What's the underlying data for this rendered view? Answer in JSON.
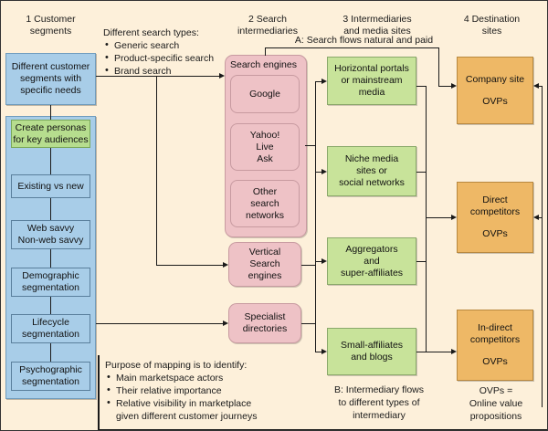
{
  "columns": [
    {
      "num": "1",
      "label": "Customer\nsegments"
    },
    {
      "num": "2",
      "label": "Search\nintermediaries"
    },
    {
      "num": "3",
      "label": "Intermediaries\nand media sites"
    },
    {
      "num": "4",
      "label": "Destination\nsites"
    }
  ],
  "column_titles": [
    "1 Customer\nsegments",
    "2  Search\nintermediaries",
    "3  Intermediaries\nand media sites",
    "4  Destination\nsites"
  ],
  "flow_labels": {
    "a": "A:  Search flows natural and paid",
    "b": "B:  Intermediary flows\nto different types of\nintermediary"
  },
  "search_types_note": {
    "heading": "Different search types:",
    "items": [
      "Generic search",
      "Product-specific search",
      "Brand search"
    ]
  },
  "purpose_note": {
    "heading": "Purpose of mapping is to identify:",
    "items": [
      "Main marketspace actors",
      "Their relative importance",
      "Relative visibility in marketplace\n given different customer journeys"
    ]
  },
  "ovp_note": "OVPs =\nOnline value\npropositions",
  "customer_segments": {
    "header_box": "Different customer\nsegments with\nspecific needs",
    "items": [
      {
        "label": "Create personas\nfor key audiences",
        "color": "#b6dd8e"
      },
      {
        "label": "Existing vs new",
        "color": "#a8cde8"
      },
      {
        "label": "Web savvy\nNon-web savvy",
        "color": "#a8cde8"
      },
      {
        "label": "Demographic\nsegmentation",
        "color": "#a8cde8"
      },
      {
        "label": "Lifecycle\nsegmentation",
        "color": "#a8cde8"
      },
      {
        "label": "Psychographic\nsegmentation",
        "color": "#a8cde8"
      }
    ]
  },
  "search_intermediaries": {
    "group_label": "Search engines",
    "engines": [
      "Google",
      "Yahoo!\nLive\nAsk",
      "Other\nsearch\nnetworks"
    ],
    "others": [
      "Vertical\nSearch\nengines",
      "Specialist\ndirectories"
    ]
  },
  "media_sites": [
    "Horizontal portals\nor mainstream\nmedia",
    "Niche media\nsites or\nsocial networks",
    "Aggregators\nand\nsuper-affiliates",
    "Small-affiliates\nand blogs"
  ],
  "destination_sites": [
    {
      "name": "Company site",
      "sub": "OVPs"
    },
    {
      "name": "Direct\ncompetitors",
      "sub": "OVPs"
    },
    {
      "name": "In-direct\ncompetitors",
      "sub": "OVPs"
    }
  ],
  "colors": {
    "background": "#fdf0da",
    "blue": "#a8cde8",
    "green_light": "#b6dd8e",
    "pink": "#eec2c6",
    "green": "#c8e39a",
    "orange": "#eeb866",
    "line": "#1a1a1a"
  }
}
